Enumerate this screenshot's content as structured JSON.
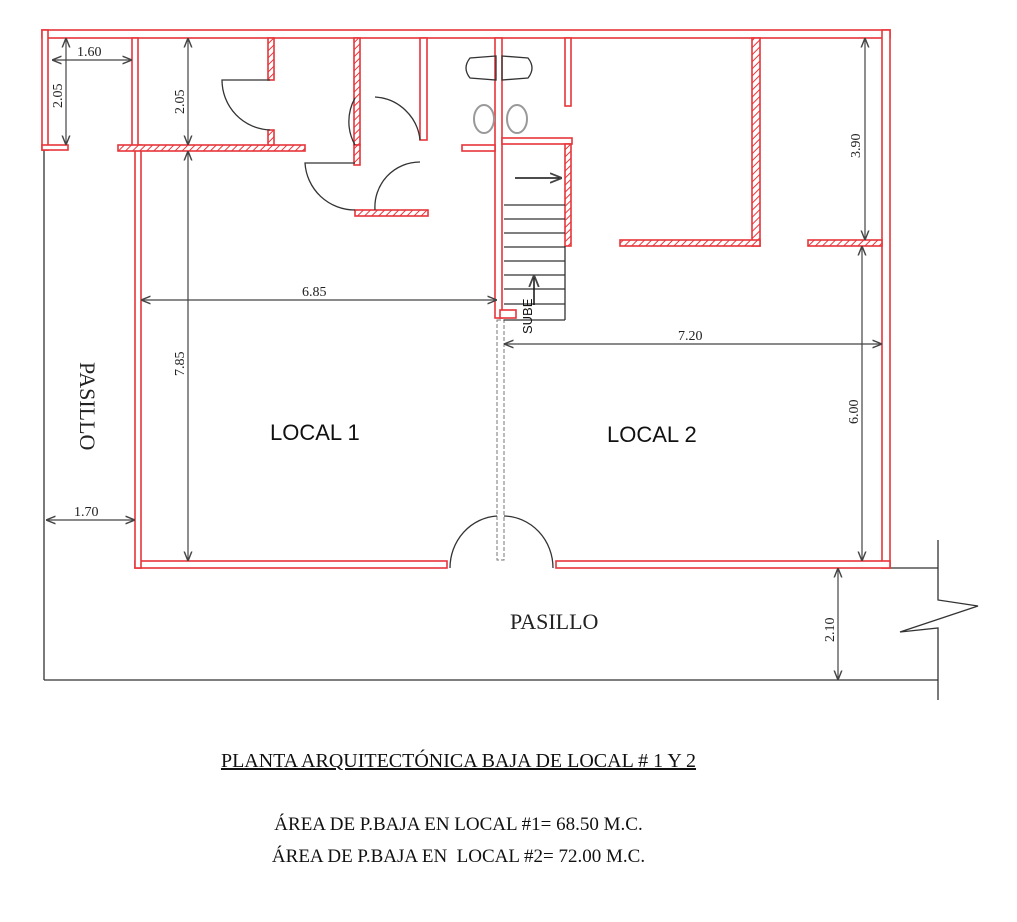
{
  "plan": {
    "rooms": {
      "local1": "LOCAL 1",
      "local2": "LOCAL 2",
      "corridor_side": "PASILLO",
      "corridor_bottom": "PASILLO"
    },
    "stair_label": "SUBE",
    "dimensions": {
      "small_room_width": "1.60",
      "small_room_height": "2.05",
      "service_height": "2.05",
      "local1_width": "6.85",
      "local1_height": "7.85",
      "local2_width": "7.20",
      "local2_upper_height": "3.90",
      "local2_lower_height": "6.00",
      "side_corridor_width": "1.70",
      "bottom_corridor_width": "2.10"
    },
    "colors": {
      "wall": "#e8353a",
      "line": "#333333"
    }
  },
  "caption": {
    "title": "PLANTA ARQUITECTÓNICA BAJA DE LOCAL # 1 Y 2",
    "area1": "ÁREA DE P.BAJA EN LOCAL #1= 68.50 M.C.",
    "area2": "ÁREA DE P.BAJA EN  LOCAL #2= 72.00 M.C."
  }
}
